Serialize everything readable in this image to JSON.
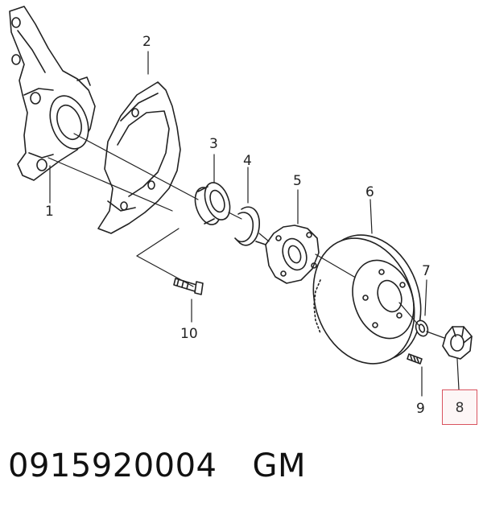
{
  "callouts": {
    "c1": "1",
    "c2": "2",
    "c3": "3",
    "c4": "4",
    "c5": "5",
    "c6": "6",
    "c7": "7",
    "c8": "8",
    "c9": "9",
    "c10": "10"
  },
  "highlight": {
    "callout": "8",
    "color": "#d9535f"
  },
  "caption": {
    "part_number": "0915920004",
    "brand": "GM"
  }
}
